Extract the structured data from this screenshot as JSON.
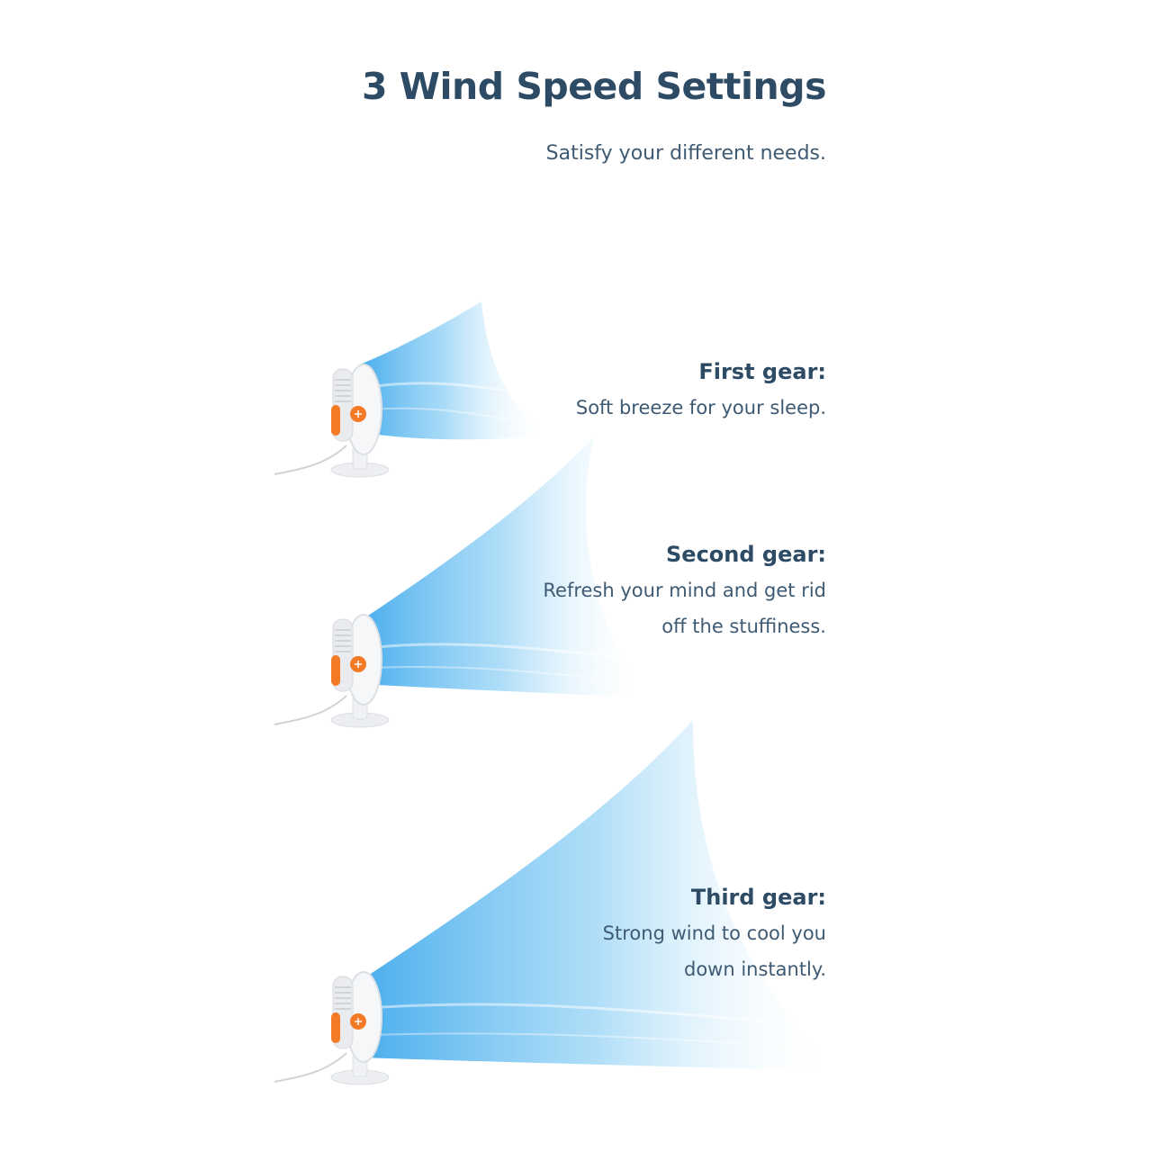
{
  "title": "3 Wind Speed Settings",
  "subtitle": "Satisfy your different needs.",
  "gears": [
    {
      "title": "First gear:",
      "description_lines": [
        "Soft breeze for your sleep."
      ]
    },
    {
      "title": "Second gear:",
      "description_lines": [
        "Refresh your mind and get rid",
        "off the stuffiness."
      ]
    },
    {
      "title": "Third gear:",
      "description_lines": [
        "Strong wind to cool you",
        "down instantly."
      ]
    }
  ],
  "colors": {
    "text_dark": "#2e4b66",
    "text_body": "#3f5a73",
    "airflow_blue": "#57b4f0",
    "fan_accent_orange": "#f47a25",
    "fan_body": "#f4f5f7"
  },
  "icons": {
    "fan": "desk-fan-icon",
    "airflow": "airflow-stream"
  }
}
